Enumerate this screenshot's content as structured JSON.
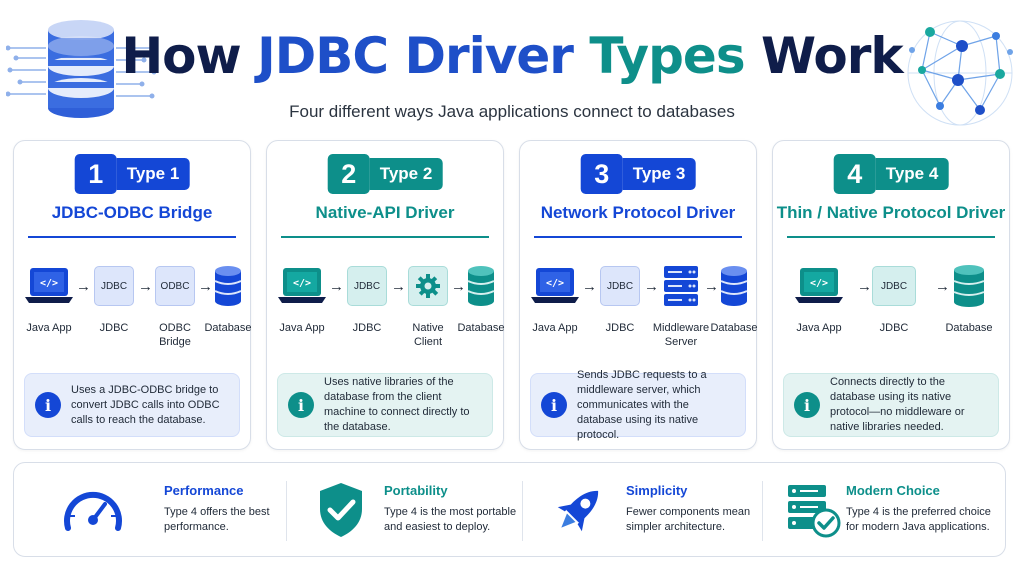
{
  "header": {
    "title_part1": "How",
    "title_part2": "JDBC Driver",
    "title_part3": "Types",
    "title_part4": "Work",
    "subtitle": "Four different ways Java applications connect to databases"
  },
  "colors": {
    "blue": "#1447d6",
    "teal": "#0d8f8a",
    "navy": "#0f1d4a"
  },
  "cards": [
    {
      "number": "1",
      "type": "Type 1",
      "title": "JDBC-ODBC Bridge",
      "theme": "blue",
      "flow": [
        "Java App",
        "JDBC",
        "ODBC Bridge",
        "Database"
      ],
      "box_labels": [
        "JDBC",
        "ODBC"
      ],
      "description": "Uses a JDBC-ODBC bridge to convert JDBC calls into ODBC calls to reach the database."
    },
    {
      "number": "2",
      "type": "Type 2",
      "title": "Native-API Driver",
      "theme": "teal",
      "flow": [
        "Java App",
        "JDBC",
        "Native Client",
        "Database"
      ],
      "box_labels": [
        "JDBC"
      ],
      "description": "Uses native libraries of the database from the client machine to connect directly to the database."
    },
    {
      "number": "3",
      "type": "Type 3",
      "title": "Network Protocol Driver",
      "theme": "blue",
      "flow": [
        "Java App",
        "JDBC",
        "Middleware Server",
        "Database"
      ],
      "box_labels": [
        "JDBC"
      ],
      "description": "Sends JDBC requests to a middleware server, which communicates with the database using its native protocol."
    },
    {
      "number": "4",
      "type": "Type 4",
      "title": "Thin / Native Protocol Driver",
      "theme": "teal",
      "flow": [
        "Java App",
        "JDBC",
        "Database"
      ],
      "box_labels": [
        "JDBC"
      ],
      "description": "Connects directly to the database using its native protocol—no middleware or native libraries needed."
    }
  ],
  "code_icon": "</>",
  "info_icon": "i",
  "benefits": [
    {
      "title": "Performance",
      "text": "Type 4 offers the best performance.",
      "icon": "speedometer-icon",
      "theme": "blue"
    },
    {
      "title": "Portability",
      "text": "Type 4 is the most portable and easiest to deploy.",
      "icon": "shield-check-icon",
      "theme": "teal"
    },
    {
      "title": "Simplicity",
      "text": "Fewer components mean simpler architecture.",
      "icon": "rocket-icon",
      "theme": "blue"
    },
    {
      "title": "Modern Choice",
      "text": "Type 4 is the preferred choice for modern Java applications.",
      "icon": "server-check-icon",
      "theme": "teal"
    }
  ]
}
